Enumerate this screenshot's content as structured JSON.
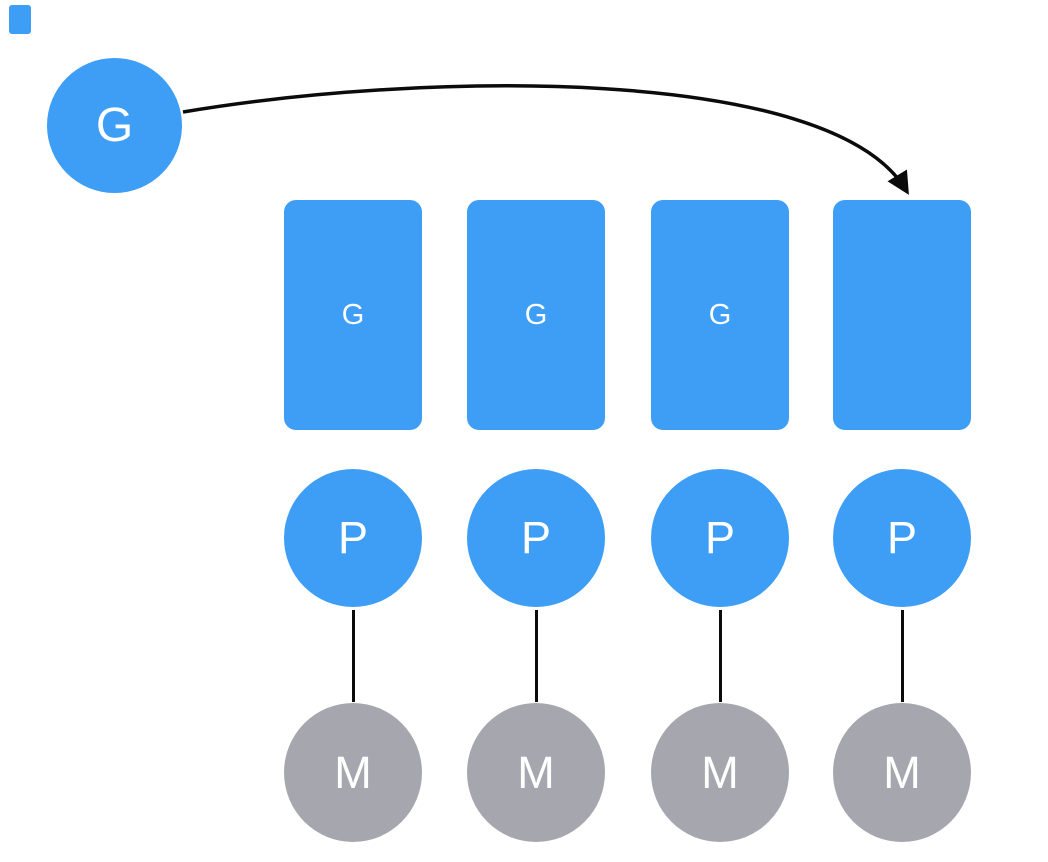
{
  "diagram": {
    "background_color": "#ffffff",
    "colors": {
      "blue": "#3e9ef5",
      "gray": "#a6a6ae",
      "stroke": "#0b0b0b",
      "label": "#ffffff"
    },
    "root_node": {
      "label": "G",
      "shape": "circle"
    },
    "edge": {
      "from_node": "root-g-circle",
      "to_node": "rect-4",
      "style": "curved-arrow"
    },
    "columns": [
      {
        "rect_label": "G",
        "mid_circle_label": "P",
        "bottom_circle_label": "M"
      },
      {
        "rect_label": "G",
        "mid_circle_label": "P",
        "bottom_circle_label": "M"
      },
      {
        "rect_label": "G",
        "mid_circle_label": "P",
        "bottom_circle_label": "M"
      },
      {
        "rect_label": "",
        "mid_circle_label": "P",
        "bottom_circle_label": "M"
      }
    ]
  }
}
